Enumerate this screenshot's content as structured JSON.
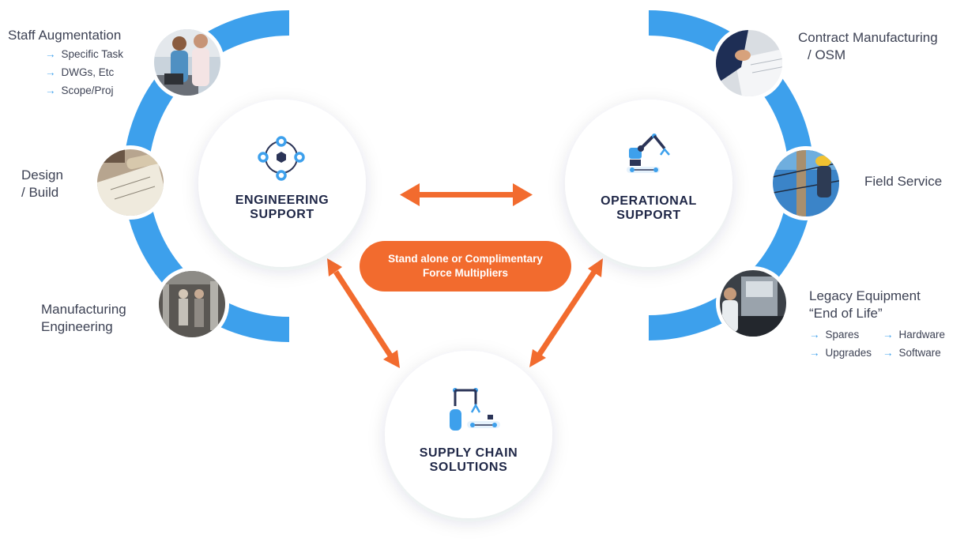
{
  "colors": {
    "ring": "#3da0ec",
    "accent": "#f26b2e",
    "title": "#1f2747",
    "text": "#3d4254"
  },
  "hubs": [
    {
      "title_line1": "ENGINEERING",
      "title_line2": "SUPPORT",
      "icon": "network-nodes-icon"
    },
    {
      "title_line1": "OPERATIONAL",
      "title_line2": "SUPPORT",
      "icon": "robot-arm-icon"
    },
    {
      "title_line1": "SUPPLY CHAIN",
      "title_line2": "SOLUTIONS",
      "icon": "assembly-line-icon"
    }
  ],
  "center_pill": {
    "line1": "Stand alone or Complimentary",
    "line2": "Force Multipliers"
  },
  "left_items": [
    {
      "label": "Staff Augmentation",
      "photo": "team-meeting-photo",
      "subitems": [
        "Specific Task",
        "DWGs, Etc",
        "Scope/Proj"
      ]
    },
    {
      "label_line1": "Design",
      "label_line2": "/ Build",
      "photo": "blueprint-drawing-photo"
    },
    {
      "label_line1": "Manufacturing",
      "label_line2": "Engineering",
      "photo": "factory-workers-photo"
    }
  ],
  "right_items": [
    {
      "label_line1": "Contract Manufacturing",
      "label_line2": "/ OSM",
      "photo": "contract-signing-photo"
    },
    {
      "label": "Field Service",
      "photo": "utility-pole-technician-photo"
    },
    {
      "label_line1": "Legacy Equipment",
      "label_line2": "“End of Life”",
      "photo": "equipment-technician-photo",
      "subitems": [
        "Spares",
        "Hardware",
        "Upgrades",
        "Software"
      ]
    }
  ]
}
